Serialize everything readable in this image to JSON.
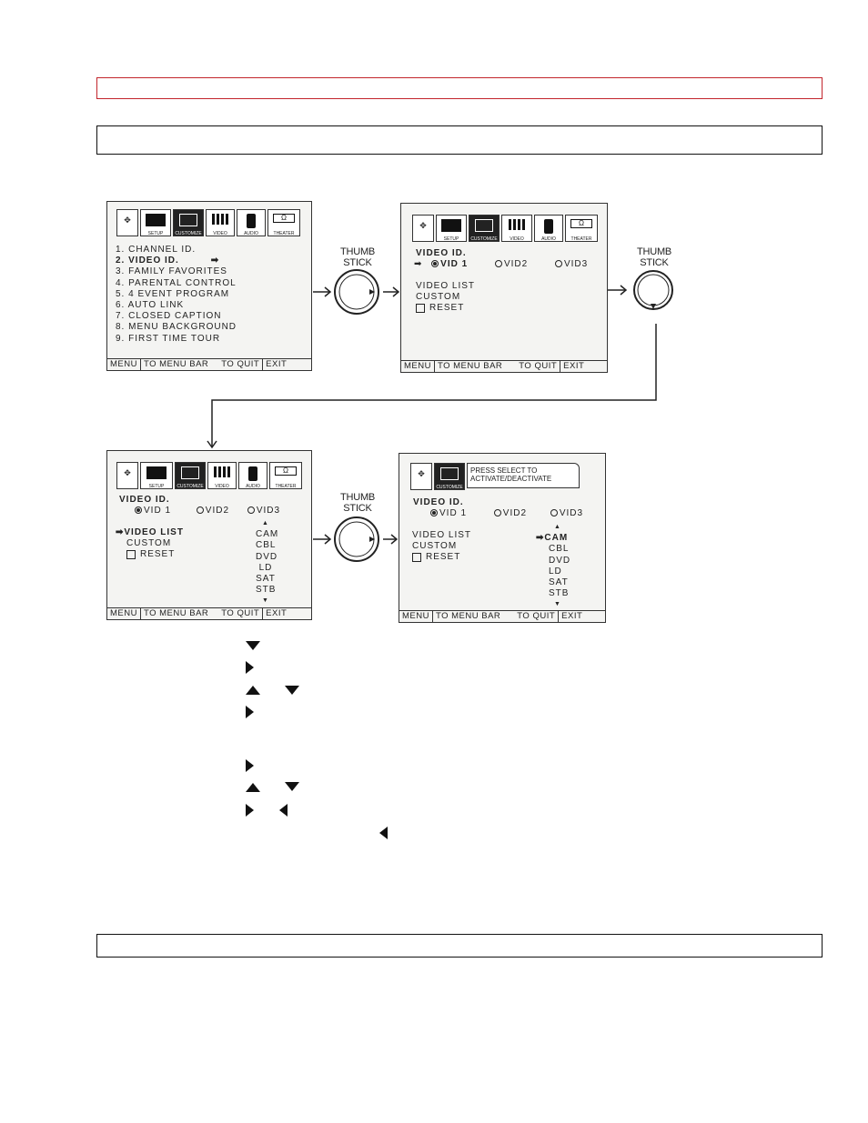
{
  "screen1": {
    "tabs": [
      "SETUP",
      "CUSTOMIZE",
      "VIDEO",
      "AUDIO",
      "THEATER"
    ],
    "items": [
      "1. CHANNEL ID.",
      "2. VIDEO ID.",
      "3. FAMILY FAVORITES",
      "4. PARENTAL CONTROL",
      "5. 4 EVENT PROGRAM",
      "6. AUTO LINK",
      "7. CLOSED CAPTION",
      "8. MENU BACKGROUND",
      "9. FIRST TIME TOUR"
    ],
    "footer": [
      "MENU",
      "TO MENU BAR",
      "TO QUIT",
      "EXIT"
    ]
  },
  "screen2": {
    "tabs": [
      "SETUP",
      "CUSTOMIZE",
      "VIDEO",
      "AUDIO",
      "THEATER"
    ],
    "title": "VIDEO ID.",
    "radios": [
      "VID 1",
      "VID2",
      "VID3"
    ],
    "options": [
      "VIDEO LIST",
      "CUSTOM",
      "RESET"
    ],
    "footer": [
      "MENU",
      "TO MENU BAR",
      "TO QUIT",
      "EXIT"
    ]
  },
  "screen3": {
    "tabs": [
      "SETUP",
      "CUSTOMIZE",
      "VIDEO",
      "AUDIO",
      "THEATER"
    ],
    "title": "VIDEO ID.",
    "radios": [
      "VID 1",
      "VID2",
      "VID3"
    ],
    "options": [
      "VIDEO  LIST",
      "CUSTOM",
      "RESET"
    ],
    "list": [
      "CAM",
      "CBL",
      "DVD",
      "LD",
      "SAT",
      "STB"
    ],
    "footer": [
      "MENU",
      "TO MENU BAR",
      "TO QUIT",
      "EXIT"
    ]
  },
  "screen4": {
    "tab": "CUSTOMIZE",
    "banner": [
      "PRESS SELECT TO",
      "ACTIVATE/DEACTIVATE"
    ],
    "title": "VIDEO ID.",
    "radios": [
      "VID 1",
      "VID2",
      "VID3"
    ],
    "options": [
      "VIDEO  LIST",
      "CUSTOM",
      "RESET"
    ],
    "list": [
      "CAM",
      "CBL",
      "DVD",
      "LD",
      "SAT",
      "STB"
    ],
    "footer": [
      "MENU",
      "TO MENU BAR",
      "TO QUIT",
      "EXIT"
    ]
  },
  "thumbstick": [
    "THUMB",
    "STICK"
  ],
  "thumbstick_b": [
    "THUMB",
    "STICK"
  ]
}
